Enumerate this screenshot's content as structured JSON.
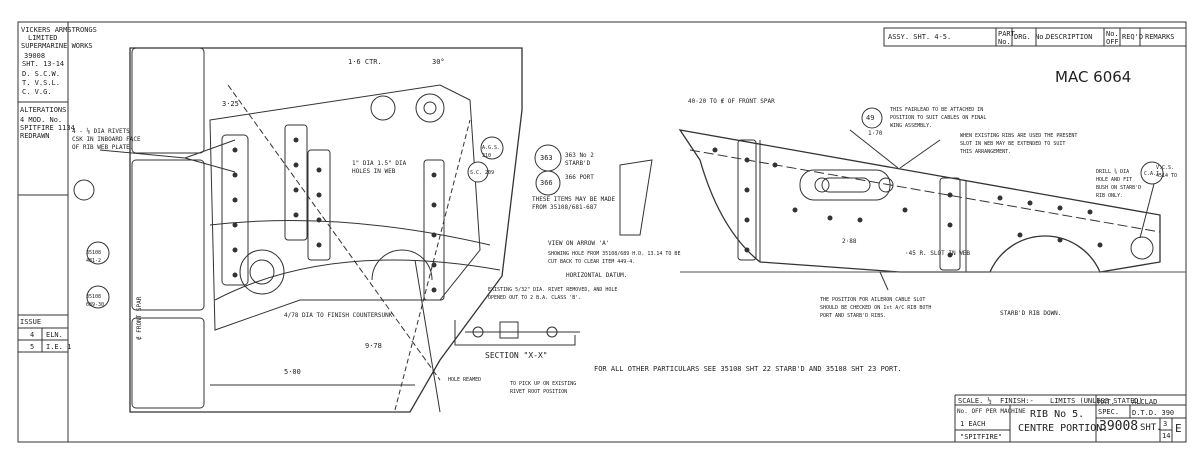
{
  "left_block": {
    "header_lines": [
      "VICKERS ARMSTRONGS",
      "LIMITED",
      "SUPERMARINE WORKS"
    ],
    "drawing_ref": "39008",
    "sheet_ref": "SHT. 13-14",
    "initials": [
      "D. S.C.W.",
      "T. V.S.L.",
      "C. V.G."
    ],
    "alterations_heading": "ALTERATIONS",
    "alterations_note": [
      "4 MOD. No.",
      "SPITFIRE 1134",
      "REDRAWN"
    ],
    "issue_label": "ISSUE",
    "issue_rows": [
      {
        "issue": "4",
        "ref": "ELN."
      },
      {
        "issue": "5",
        "ref": "I.E. 1"
      }
    ]
  },
  "title_block": {
    "model_ref": "MAC 6064",
    "revision_header": [
      "ASSY. SHT. 4-5.",
      "PART No.",
      "DRG. No.",
      "DESCRIPTION",
      "No. OFF",
      "REQ'D",
      "REMARKS"
    ],
    "scale": "SCALE. ½",
    "finish": "FINISH:-",
    "limits": "LIMITS (UNLESS STATED)",
    "no_off_label": "No. OFF PER MACHINE",
    "mat_label": "MAT.",
    "mat_value": "ALCLAD",
    "spec_label": "SPEC.",
    "spec_value": "D.T.D. 390",
    "no_off": "1 EACH",
    "aircraft": "\"SPITFIRE\"",
    "title_line1": "RIB No 5.",
    "title_line2": "CENTRE PORTION.",
    "drawing_number": "39008",
    "sheet_label": "SHT.",
    "sheet_numbers": [
      "3",
      "14"
    ],
    "edition": "E"
  },
  "notes": {
    "n_holes": "4 - ⅛ DIA RIVETS CSK IN INBOARD FACE OF RIB WEB PLATE.",
    "dim_1_6": "1·6 CTR.",
    "dim_30": "30°",
    "dim_325": "3·25",
    "dim_1_dia": "1\" DIA 1.5\" DIA HOLES IN WEB",
    "ref_363": "363 No 2 STARB'D",
    "ref_366": "366 PORT",
    "items_made": "THESE ITEMS MAY BE MADE FROM 35108/681-687",
    "view_a": "VIEW ON ARROW 'A'",
    "view_a_note": "SHOWING HOLE FROM 35108/689 H.D. 13.14 TO BE CUT BACK TO CLEAR ITEM 449-4.",
    "horizontal_datum": "HORIZONTAL DATUM.",
    "existing_hole": "EXISTING 5/32\" DIA. RIVET REMOVED, AND HOLE OPENED OUT TO 2 B.A. CLASS 'B'.",
    "section_xx": "SECTION \"X-X\"",
    "dim_478": "4/78 DIA TO FINISH COUNTERSUNK",
    "dim_978": "9·78",
    "dim_500": "5·00",
    "front_spar": "∉ FRONT SPAR",
    "pick_up": "TO PICK UP ON EXISTING RIVET ROOT POSITION",
    "hole_reamed": "HOLE REAMED",
    "all_other": "FOR ALL OTHER PARTICULARS SEE 35108 SHT 22 STARB'D AND 35108 SHT 23 PORT.",
    "front_spar_dim": "40·20 TO ∉ OF FRONT SPAR",
    "fairlead": "THIS FAIRLEAD TO BE ATTACHED IN POSITION TO SUIT CABLES ON FINAL WING ASSEMBLY.",
    "existing_ribs": "WHEN EXISTING RIBS ARE USED THE PRESENT SLOT IN WEB MAY BE EXTENDED TO SUIT THIS ARRANGEMENT.",
    "drill_hole": "DRILL ¾ DIA HOLE AND FIT BUSH ON STARB'D RIB ONLY.",
    "slot_45": "·45 R. SLOT IN WEB",
    "aileron": "THE POSITION FOR AILERON CABLE SLOT SHOULD BE CHECKED ON 1st A/C RIB BOTH PORT AND STARB'D RIBS.",
    "starb_rib_down": "STARB'D RIB DOWN.",
    "dim_170": "1·70",
    "dim_288": "2·88",
    "vcs": "V.C.S. 4514 TO"
  },
  "callouts": [
    "49",
    "363",
    "366",
    "35108 481-2",
    "35108 689-30",
    "A.G.S. 210",
    "S.C. 209",
    "C.A.I."
  ]
}
